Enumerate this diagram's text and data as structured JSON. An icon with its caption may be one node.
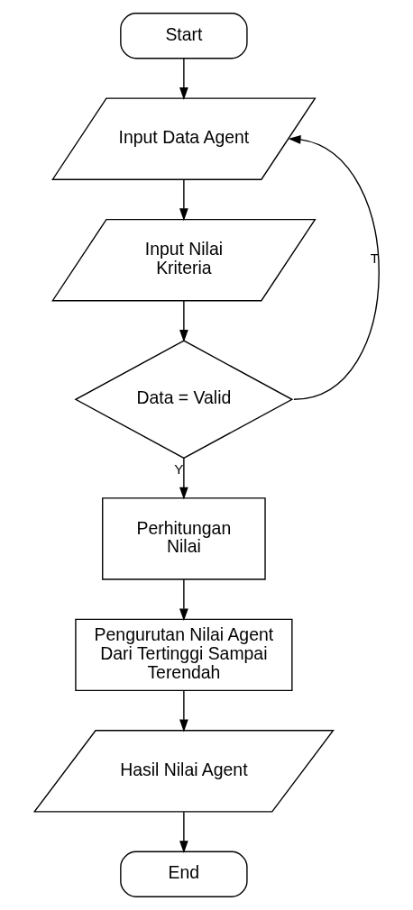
{
  "diagram": {
    "nodes": [
      {
        "text": [
          "Start"
        ]
      },
      {
        "text": [
          "Input Data Agent"
        ]
      },
      {
        "text": [
          "Input Nilai Kriteria"
        ]
      },
      {
        "text": [
          "Data = Valid"
        ]
      },
      {
        "text": [
          "Perhitungan Nilai"
        ]
      },
      {
        "text": [
          "Pengurutan Nilai Agent Dari Tertinggi Sampai Terendah"
        ]
      },
      {
        "text": [
          "Hasil Nilai Agent"
        ]
      },
      {
        "text": [
          "End"
        ]
      }
    ],
    "edges": [
      {
        "from": 0,
        "to": 1,
        "arrow": "to"
      },
      {
        "from": 1,
        "to": 2,
        "arrow": "to"
      },
      {
        "from": 2,
        "to": 3,
        "arrow": "to"
      },
      {
        "from": 3,
        "to": 1,
        "arrow": "to",
        "label": "T"
      },
      {
        "from": 3,
        "to": 4,
        "arrow": "to",
        "label": "Y"
      },
      {
        "from": 4,
        "to": 5,
        "arrow": "to"
      },
      {
        "from": 5,
        "to": 6,
        "arrow": "to"
      },
      {
        "from": 6,
        "to": 7,
        "arrow": "to"
      }
    ]
  }
}
